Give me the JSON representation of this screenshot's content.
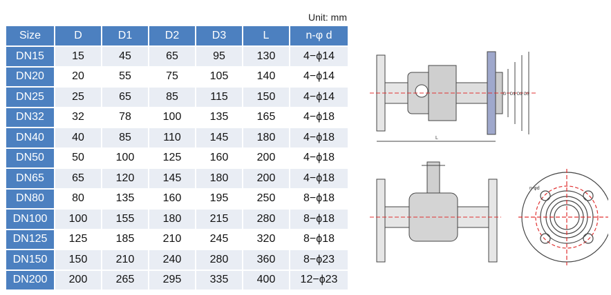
{
  "unit_label": "Unit: mm",
  "table": {
    "headers": [
      "Size",
      "D",
      "D1",
      "D2",
      "D3",
      "L",
      "n-φ d"
    ],
    "rows": [
      [
        "DN15",
        "15",
        "45",
        "65",
        "95",
        "130",
        "4−ϕ14"
      ],
      [
        "DN20",
        "20",
        "55",
        "75",
        "105",
        "140",
        "4−ϕ14"
      ],
      [
        "DN25",
        "25",
        "65",
        "85",
        "115",
        "150",
        "4−ϕ14"
      ],
      [
        "DN32",
        "32",
        "78",
        "100",
        "135",
        "165",
        "4−ϕ18"
      ],
      [
        "DN40",
        "40",
        "85",
        "110",
        "145",
        "180",
        "4−ϕ18"
      ],
      [
        "DN50",
        "50",
        "100",
        "125",
        "160",
        "200",
        "4−ϕ18"
      ],
      [
        "DN65",
        "65",
        "120",
        "145",
        "180",
        "200",
        "4−ϕ18"
      ],
      [
        "DN80",
        "80",
        "135",
        "160",
        "195",
        "250",
        "8−ϕ18"
      ],
      [
        "DN100",
        "100",
        "155",
        "180",
        "215",
        "280",
        "8−ϕ18"
      ],
      [
        "DN125",
        "125",
        "185",
        "210",
        "245",
        "320",
        "8−ϕ18"
      ],
      [
        "DN150",
        "150",
        "210",
        "240",
        "280",
        "360",
        "8−ϕ23"
      ],
      [
        "DN200",
        "200",
        "265",
        "295",
        "335",
        "400",
        "12−ϕ23"
      ]
    ]
  },
  "drawing_labels": {
    "D": "D",
    "D1": "D1",
    "D2": "D2",
    "D3": "D3",
    "L": "L",
    "nd": "n-φd"
  },
  "colors": {
    "header_blue": "#4c80c0",
    "row_alt": "#e9edf4",
    "centerline_red": "#e03030"
  }
}
